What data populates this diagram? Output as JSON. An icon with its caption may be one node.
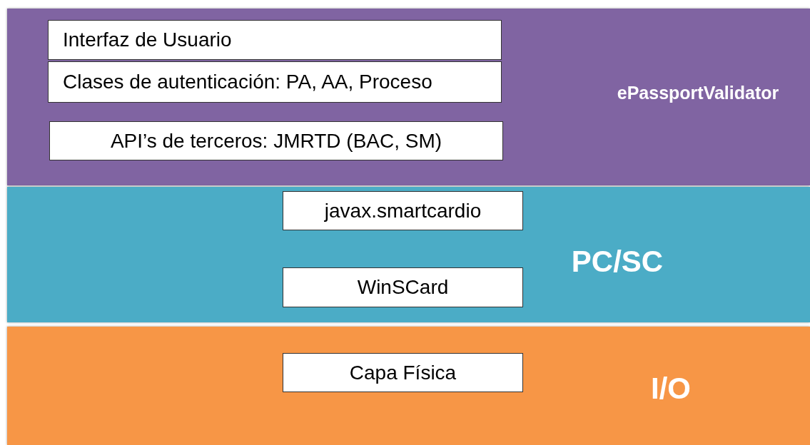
{
  "diagram": {
    "nodes": [
      {
        "text": [
          "ePassportValidator"
        ]
      },
      {
        "text": [
          "Interfaz de Usuario"
        ],
        "in": 0
      },
      {
        "text": [
          "Clases de autenticación: PA, AA, Proceso"
        ],
        "in": 0
      },
      {
        "text": [
          "API’s de terceros: JMRTD (BAC, SM)"
        ],
        "in": 0
      },
      {
        "text": [
          "PC/SC"
        ]
      },
      {
        "text": [
          "javax.smartcardio"
        ],
        "in": 4
      },
      {
        "text": [
          "WinSCard"
        ],
        "in": 4
      },
      {
        "text": [
          "I/O"
        ]
      },
      {
        "text": [
          "Capa Física"
        ],
        "in": 7
      }
    ]
  }
}
